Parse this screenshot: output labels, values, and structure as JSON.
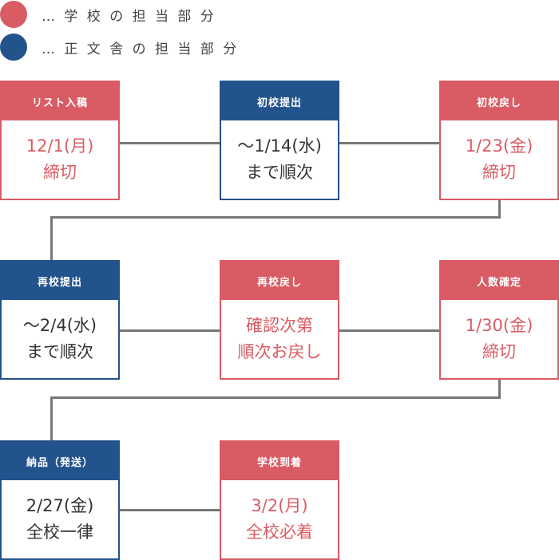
{
  "colors": {
    "school": "#d95b63",
    "publisher": "#23538c",
    "line": "#777777",
    "dark_text": "#333333"
  },
  "legend": {
    "school_label": "… 学 校 の 担 当 部 分",
    "publisher_label": "… 正 文 舎 の 担 当 部 分"
  },
  "steps": [
    {
      "title": "リスト入稿",
      "line1": "12/1(月)",
      "line2": "締切",
      "owner": "school"
    },
    {
      "title": "初校提出",
      "line1": "〜1/14(水)",
      "line2": "まで順次",
      "owner": "publisher"
    },
    {
      "title": "初校戻し",
      "line1": "1/23(金)",
      "line2": "締切",
      "owner": "school"
    },
    {
      "title": "再校提出",
      "line1": "〜2/4(水)",
      "line2": "まで順次",
      "owner": "publisher"
    },
    {
      "title": "再校戻し",
      "line1": "確認次第",
      "line2": "順次お戻し",
      "owner": "school"
    },
    {
      "title": "人数確定",
      "line1": "1/30(金)",
      "line2": "締切",
      "owner": "school"
    },
    {
      "title": "納品（発送）",
      "line1": "2/27(金)",
      "line2": "全校一律",
      "owner": "publisher"
    },
    {
      "title": "学校到着",
      "line1": "3/2(月)",
      "line2": "全校必着",
      "owner": "school"
    }
  ]
}
